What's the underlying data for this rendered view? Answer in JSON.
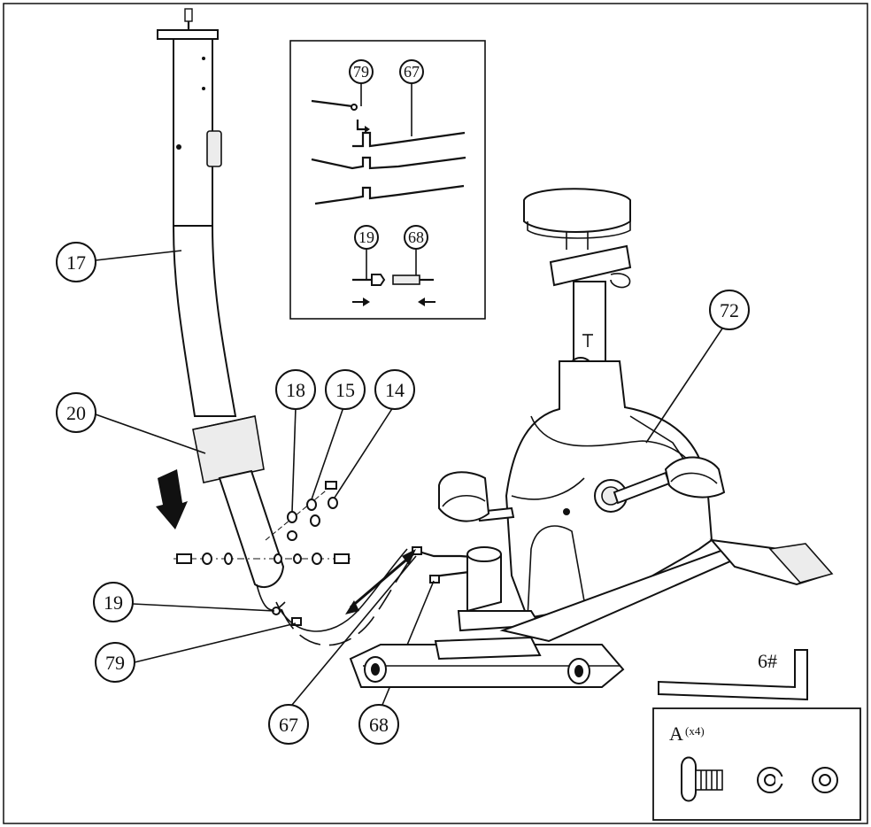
{
  "callouts": {
    "c17": "17",
    "c20": "20",
    "c18": "18",
    "c15": "15",
    "c14": "14",
    "c19": "19",
    "c79": "79",
    "c67": "67",
    "c68": "68",
    "c72": "72"
  },
  "inset": {
    "c79": "79",
    "c67": "67",
    "c19": "19",
    "c68": "68"
  },
  "tool": {
    "label": "6#"
  },
  "hardware": {
    "label": "A",
    "qty": "(x4)"
  }
}
